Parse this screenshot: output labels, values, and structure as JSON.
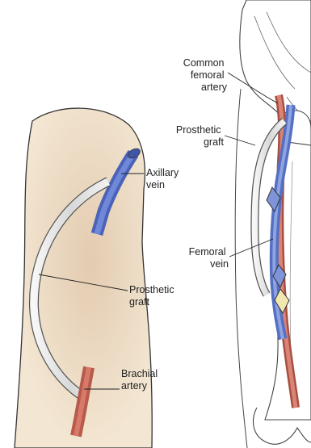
{
  "left_panel": {
    "labels": {
      "axillary_vein": [
        "Axillary",
        "vein"
      ],
      "prosthetic_graft": [
        "Prosthetic",
        "graft"
      ],
      "brachial_artery": [
        "Brachial",
        "artery"
      ]
    }
  },
  "right_panel": {
    "labels": {
      "common_femoral_artery": [
        "Common",
        "femoral",
        "artery"
      ],
      "prosthetic_graft": [
        "Prosthetic",
        "graft"
      ],
      "femoral_vein": [
        "Femoral",
        "vein"
      ]
    }
  },
  "colors": {
    "skin": "#f1e2cc",
    "skin_shade": "#e6cfb3",
    "vein": "#5b74c8",
    "artery": "#cc6655",
    "graft": "#dcdcdc",
    "outline": "#333333"
  }
}
